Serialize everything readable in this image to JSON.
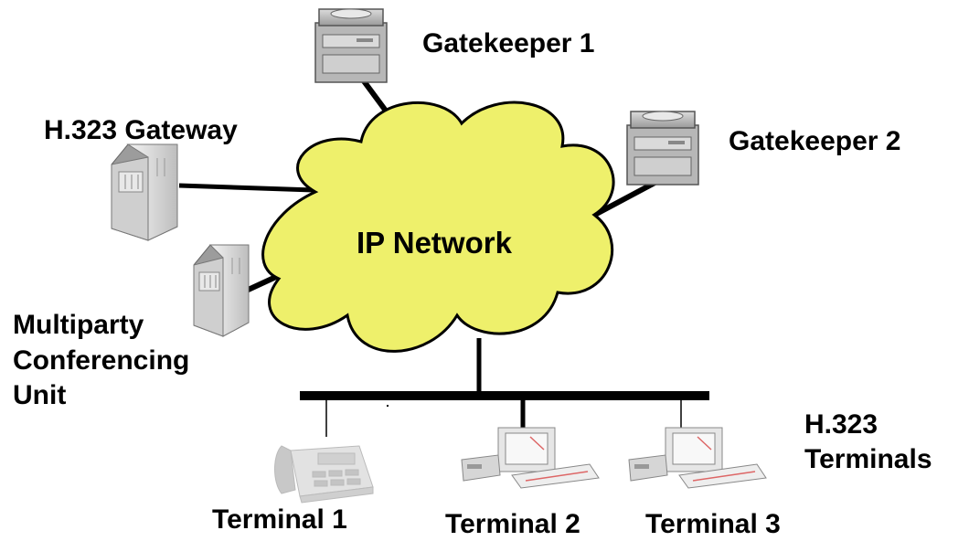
{
  "network": {
    "label": "IP Network",
    "cloud_color": "#eef06b"
  },
  "gatekeepers": [
    {
      "label": "Gatekeeper 1"
    },
    {
      "label": "Gatekeeper 2"
    }
  ],
  "gateway": {
    "label": "H.323 Gateway"
  },
  "mcu": {
    "label_lines": [
      "Multiparty",
      "Conferencing",
      "Unit"
    ]
  },
  "terminals_group": {
    "label_lines": [
      "H.323",
      "Terminals"
    ]
  },
  "terminals": [
    {
      "label": "Terminal 1",
      "kind": "phone-icon"
    },
    {
      "label": "Terminal 2",
      "kind": "computer-icon"
    },
    {
      "label": "Terminal 3",
      "kind": "computer-icon"
    }
  ]
}
